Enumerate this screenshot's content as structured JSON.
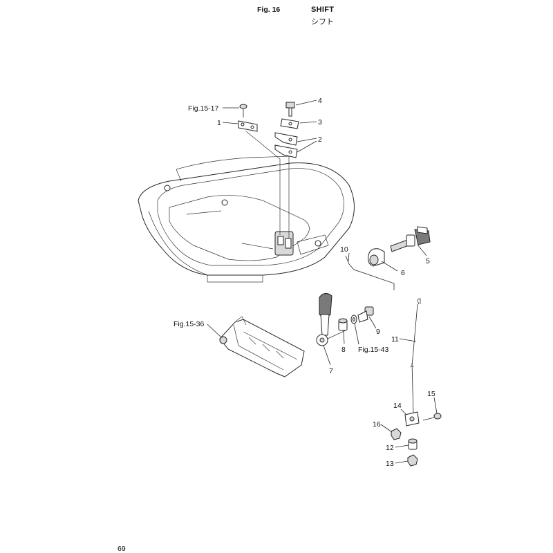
{
  "header": {
    "fig_no": "Fig. 16",
    "title_en": "SHIFT",
    "title_jp": "シフト"
  },
  "labels": {
    "p1": "1",
    "p2": "2",
    "p3": "3",
    "p4": "4",
    "p5": "5",
    "p6": "6",
    "p7": "7",
    "p8": "8",
    "p9": "9",
    "p10": "10",
    "p11": "11",
    "p12": "12",
    "p13": "13",
    "p14": "14",
    "p15": "15",
    "p16": "16",
    "ref_15_17": "Fig.15-17",
    "ref_15_36": "Fig.15-36",
    "ref_15_43": "Fig.15-43"
  },
  "footer": {
    "page_no": "69"
  }
}
